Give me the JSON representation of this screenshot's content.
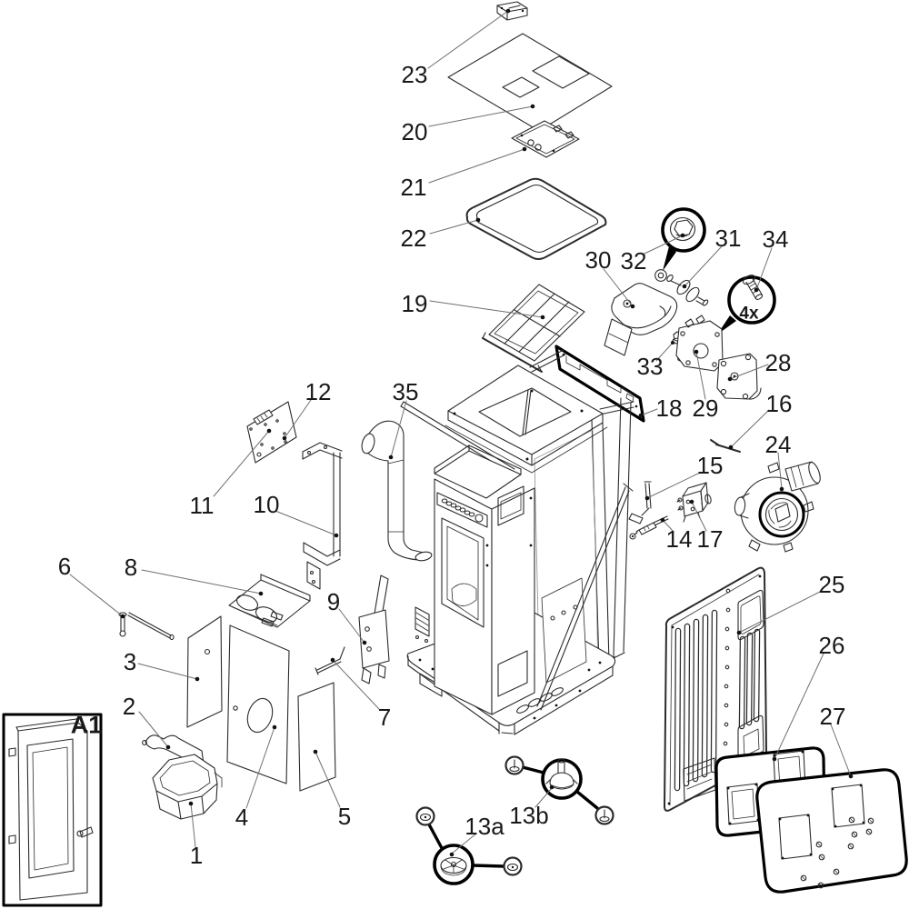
{
  "colors": {
    "background": "#ffffff",
    "line": "#2b2b2b",
    "bold_line": "#000000",
    "label": "#191919"
  },
  "diagram": {
    "kind": "exploded-parts-diagram",
    "callouts": {
      "n1": "1",
      "n2": "2",
      "n3": "3",
      "n4": "4",
      "n5": "5",
      "n6": "6",
      "n7": "7",
      "n8": "8",
      "n9": "9",
      "n10": "10",
      "n11": "11",
      "n12": "12",
      "n13a": "13a",
      "n13b": "13b",
      "n14": "14",
      "n15": "15",
      "n16": "16",
      "n17": "17",
      "n18": "18",
      "n19": "19",
      "n20": "20",
      "n21": "21",
      "n22": "22",
      "n23": "23",
      "n24": "24",
      "n25": "25",
      "n26": "26",
      "n27": "27",
      "n28": "28",
      "n29": "29",
      "n30": "30",
      "n31": "31",
      "n32": "32",
      "n33": "33",
      "n34": "34",
      "n35": "35",
      "inset": "A1",
      "quantity": "4x"
    }
  }
}
